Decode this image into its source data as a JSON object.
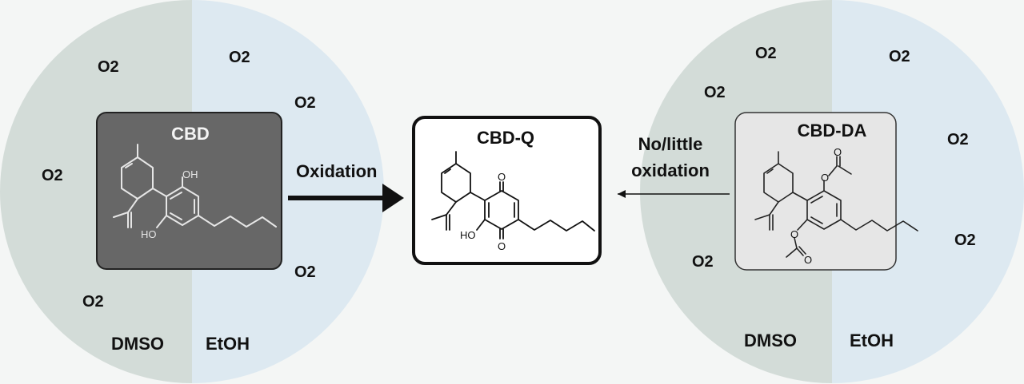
{
  "left_circle": {
    "o2_labels": [
      "O2",
      "O2",
      "O2",
      "O2",
      "O2",
      "O2"
    ],
    "solvent_left": "DMSO",
    "solvent_right": "EtOH",
    "molecule": {
      "title": "CBD",
      "oh_top": "OH",
      "oh_bottom": "HO"
    }
  },
  "center": {
    "molecule": {
      "title": "CBD-Q",
      "o_top": "O",
      "o_bottom": "O",
      "ho": "HO"
    }
  },
  "arrows": {
    "left_label": "Oxidation",
    "right_label_line1": "No/little",
    "right_label_line2": "oxidation"
  },
  "right_circle": {
    "o2_labels": [
      "O2",
      "O2",
      "O2",
      "O2",
      "O2",
      "O2"
    ],
    "solvent_left": "DMSO",
    "solvent_right": "EtOH",
    "molecule": {
      "title": "CBD-DA",
      "o_top": "O",
      "o_bottom": "O",
      "o_carbonyl_top": "O",
      "o_carbonyl_bottom": "O"
    }
  },
  "colors": {
    "solvent_dmso": "#d3dcd8",
    "solvent_etoh": "#dde9f1",
    "cbd_box": "#676767",
    "cbd_da_box": "#e6e6e6"
  }
}
